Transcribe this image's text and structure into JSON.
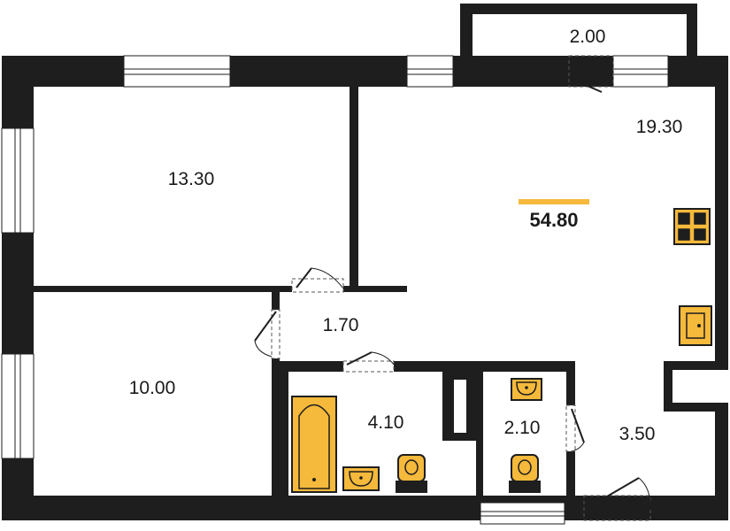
{
  "plan": {
    "total_area": "54.80",
    "accent_color": "#f5b93b",
    "wall_color": "#1e1e1e",
    "rooms": {
      "balcony": "2.00",
      "living_kitchen": "19.30",
      "bedroom_1": "13.30",
      "corridor": "1.70",
      "bedroom_2": "10.00",
      "bathroom": "4.10",
      "toilet": "2.10",
      "hallway": "3.50"
    },
    "icons": [
      "stove-icon",
      "kitchen-sink-icon",
      "bathtub-icon",
      "washbasin-icon",
      "toilet-icon"
    ]
  }
}
